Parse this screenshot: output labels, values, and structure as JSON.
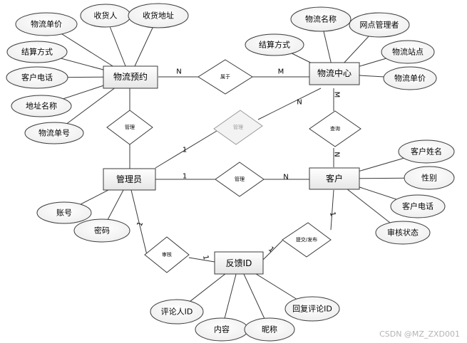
{
  "entities": {
    "booking": "物流预约",
    "center": "物流中心",
    "admin": "管理员",
    "customer": "客户",
    "feedback": "反馈ID"
  },
  "relationships": {
    "belongs": "属于",
    "manage_booking": "管理",
    "manage_center": "管理",
    "manage_customer": "管理",
    "query": "查询",
    "review": "审核",
    "submit": "提交/发布"
  },
  "attributes": {
    "booking_unit_price": "物流单价",
    "receiver": "收货人",
    "receive_address": "收货地址",
    "booking_settlement": "结算方式",
    "booking_phone": "客户电话",
    "address_name": "地址名称",
    "logistics_no": "物流单号",
    "logistics_name": "物流名称",
    "branch_manager": "网点管理者",
    "center_settlement": "结算方式",
    "station": "物流站点",
    "center_unit_price": "物流单价",
    "account": "账号",
    "password": "密码",
    "customer_name": "客户姓名",
    "gender": "性别",
    "customer_phone": "客户电话",
    "review_status": "审核状态",
    "commenter_id": "评论人ID",
    "content": "内容",
    "nickname": "昵称",
    "reply_id": "回复评论ID"
  },
  "cardinalities": {
    "booking_belongs": "N",
    "belongs_center": "M",
    "admin_manage_center": "1",
    "center_manage_admin": "N",
    "center_query": "M",
    "query_customer": "N",
    "admin_manage_customer": "1",
    "manage_customer": "N",
    "admin_review": "1",
    "review_feedback": "1",
    "feedback_submit": "1",
    "submit_customer": "1"
  },
  "watermark": "CSDN @MZ_ZXD001"
}
